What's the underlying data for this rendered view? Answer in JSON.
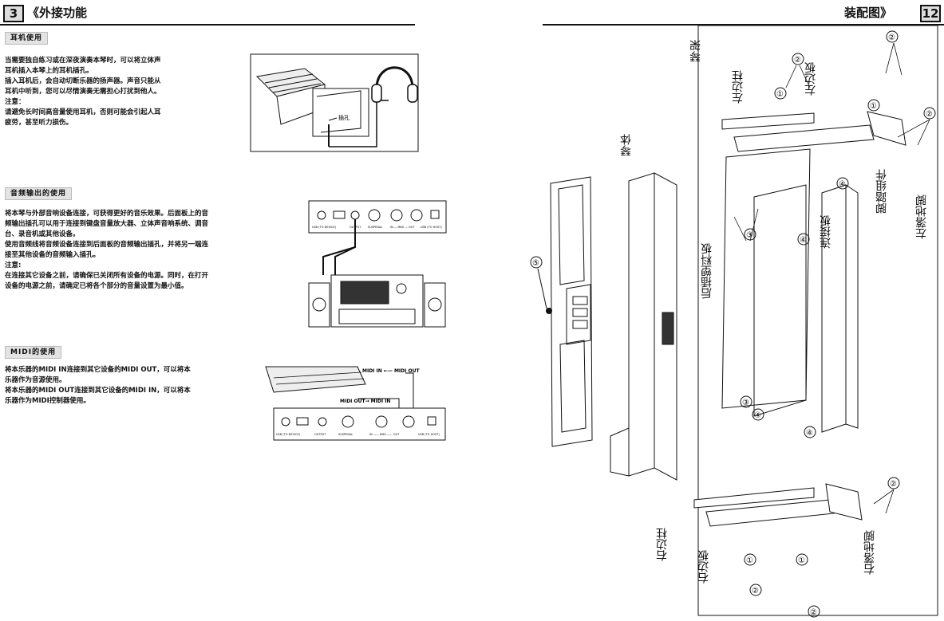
{
  "left_page": {
    "page_number": "3",
    "title": "《外接功能",
    "sections": [
      {
        "label": "耳机使用",
        "paragraphs": [
          "当需要独自练习或在深夜演奏本琴时，可以将立体声",
          "耳机插入本琴上的耳机插孔。",
          "插入耳机后，会自动切断乐器的扬声器。声音只能从",
          "耳机中听到，您可以尽情演奏无需担心打扰到他人。",
          "注意：",
          "请避免长时间高音量使用耳机，否则可能会引起人耳",
          "疲劳，甚至听力损伤。"
        ],
        "figure_text": "插孔"
      },
      {
        "label": "音频输出的使用",
        "paragraphs": [
          "将本琴与外部音响设备连接，可获得更好的音乐效果。后面板上的音",
          "频输出插孔可以用于连接到键盘音量放大器、立体声音响系统、调音",
          "台、录音机或其他设备。",
          "使用音频线将音频设备连接到后面板的音频输出插孔，并将另一端连",
          "接至其他设备的音频输入插孔。",
          "注意:",
          "在连接其它设备之前，请确保已关闭所有设备的电源。同时，在打开",
          "设备的电源之前，请确定已将各个部分的音量设置为最小值。"
        ],
        "figure_text": [
          "USB (TO DEVICE)",
          "OUTPUT",
          "SUSPEDAL",
          "IN — MIDI — OUT",
          "USB (TO HOST)"
        ]
      },
      {
        "label": "MIDI的使用",
        "paragraphs": [
          "将本乐器的MIDI IN连接到其它设备的MIDI OUT，可以将本",
          "乐器作为音源使用。",
          "将本乐器的MIDI OUT连接到其它设备的MIDI IN，可以将本",
          "乐器作为MIDI控制器使用。"
        ],
        "figure_text": [
          "MIDI IN ←— MIDI OUT",
          "MIDI OUT→ MIDI IN",
          "USB (TO DEVICE)",
          "OUTPUT",
          "SUSPEDAL",
          "IN —— MIDI —— OUT",
          "USB (TO HOST)"
        ]
      }
    ]
  },
  "right_page": {
    "page_number": "12",
    "title": "装配图》",
    "labels": {
      "qinjia": "琴架",
      "zuo_bian_zhu": "左边柱",
      "zuo_bian_ban": "左边板",
      "qinti": "琴体",
      "lianjie_ban": "连接板",
      "jiaota_zujian": "脚踏组件",
      "zuo_luo_di_jiao": "左落地脚",
      "hou_cha_su_liao_ban": "后插塑料板",
      "you_bian_zhu": "右边柱",
      "you_bian_ban": "右边板",
      "you_luo_di_jiao": "右落地脚"
    },
    "callouts": [
      "①",
      "②",
      "③",
      "④",
      "⑤"
    ]
  },
  "colors": {
    "ink": "#111111",
    "label_bg": "#e3e3e3",
    "page_num_bg": "#dddddd"
  }
}
